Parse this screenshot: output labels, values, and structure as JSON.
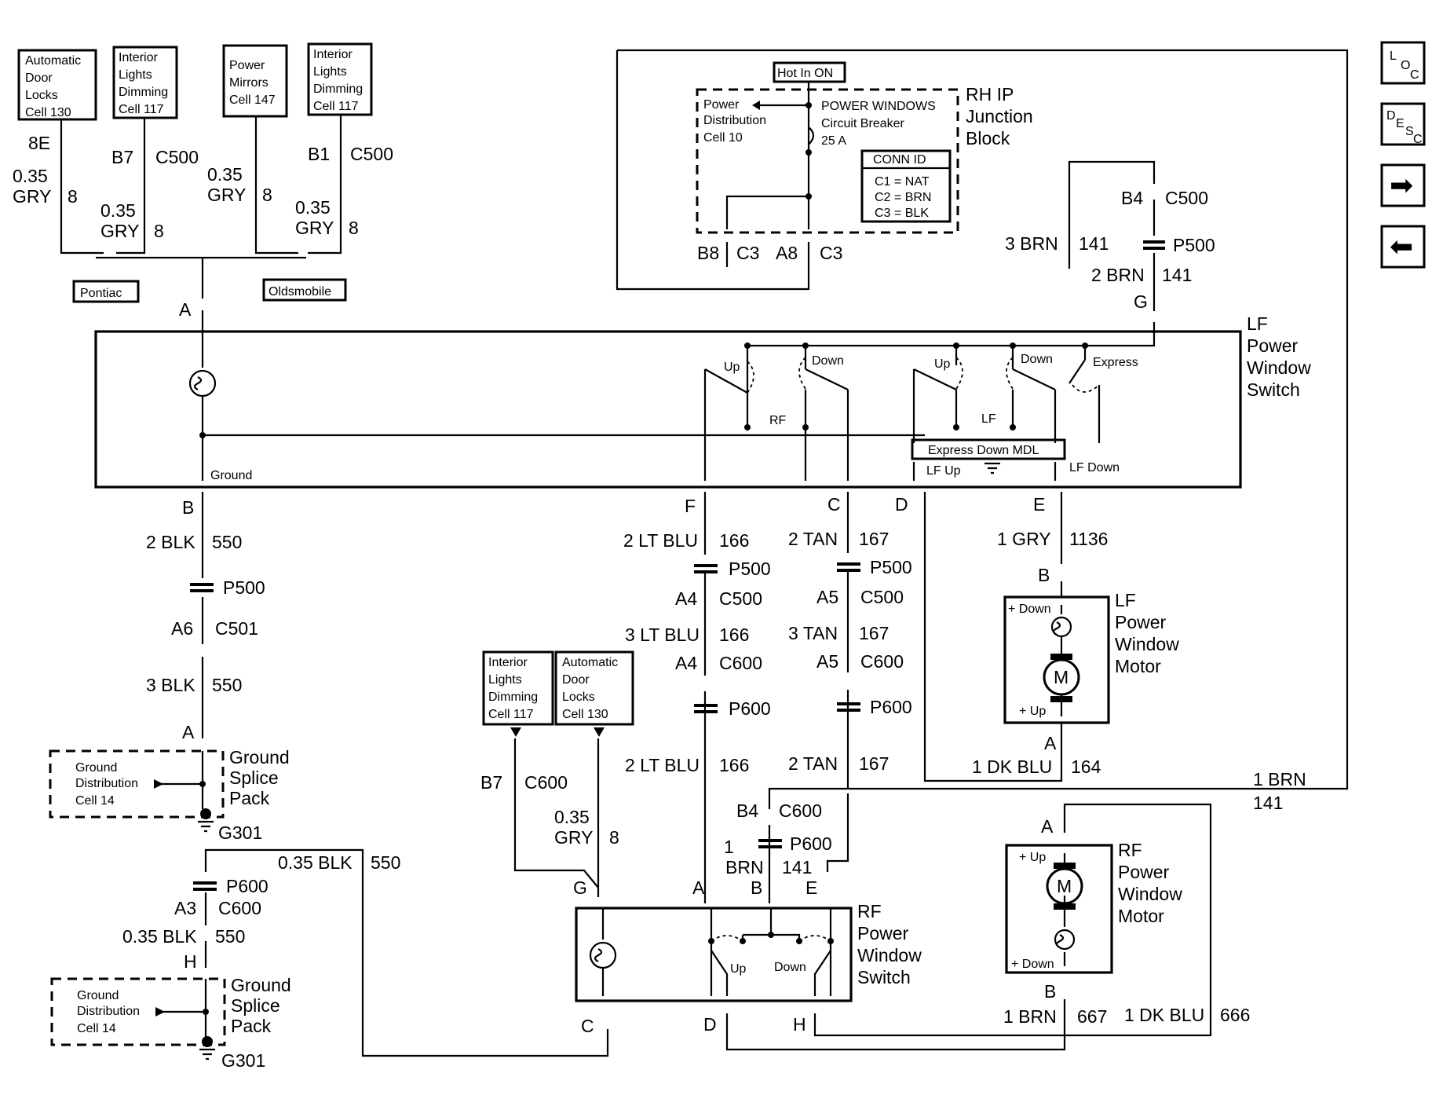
{
  "ref_boxes": {
    "adl_top": [
      "Automatic",
      "Door",
      "Locks",
      "Cell 130"
    ],
    "ild_top1": [
      "Interior",
      "Lights",
      "Dimming",
      "Cell 117"
    ],
    "pm_top": [
      "Power",
      "Mirrors",
      "Cell 147"
    ],
    "ild_top2": [
      "Interior",
      "Lights",
      "Dimming",
      "Cell 117"
    ],
    "ild_bottom": [
      "Interior",
      "Lights",
      "Dimming",
      "Cell 117"
    ],
    "adl_bottom": [
      "Automatic",
      "Door",
      "Locks",
      "Cell 130"
    ],
    "pontiac": "Pontiac",
    "oldsmobile": "Oldsmobile",
    "hot_in_on": "Hot In ON",
    "power_dist": [
      "Power",
      "Distribution",
      "Cell 10"
    ],
    "ground_dist_1": [
      "Ground",
      "Distribution",
      "Cell 14"
    ],
    "ground_dist_2": [
      "Ground",
      "Distribution",
      "Cell 14"
    ]
  },
  "junction_block": {
    "title": [
      "RH IP",
      "Junction",
      "Block"
    ],
    "breaker": [
      "POWER WINDOWS",
      "Circuit Breaker",
      "25 A"
    ],
    "conn_id": [
      "CONN ID",
      "C1 = NAT",
      "C2 = BRN",
      "C3 = BLK"
    ]
  },
  "components": {
    "lf_switch": [
      "LF",
      "Power",
      "Window",
      "Switch"
    ],
    "lf_motor": [
      "LF",
      "Power",
      "Window",
      "Motor"
    ],
    "rf_switch": [
      "RF",
      "Power",
      "Window",
      "Switch"
    ],
    "rf_motor": [
      "RF",
      "Power",
      "Window",
      "Motor"
    ],
    "gsp1": [
      "Ground",
      "Splice",
      "Pack"
    ],
    "gsp2": [
      "Ground",
      "Splice",
      "Pack"
    ],
    "g301a": "G301",
    "g301b": "G301",
    "express_mdl": "Express Down MDL",
    "motor_symbol": "M"
  },
  "switch_labels": {
    "up": "Up",
    "down": "Down",
    "rf": "RF",
    "lf": "LF",
    "express": "Express",
    "lf_up": "LF Up",
    "lf_down": "LF Down",
    "ground": "Ground",
    "plus_down": "+ Down",
    "plus_up": "+ Up"
  },
  "pins": {
    "8E": "8E",
    "B7": "B7",
    "B1": "B1",
    "C500": "C500",
    "C600": "C600",
    "C501": "C501",
    "C3": "C3",
    "A": "A",
    "B": "B",
    "C": "C",
    "D": "D",
    "E": "E",
    "F": "F",
    "G": "G",
    "H": "H",
    "B8": "B8",
    "A8": "A8",
    "B4": "B4",
    "A4": "A4",
    "A5": "A5",
    "A6": "A6",
    "A3": "A3",
    "P500": "P500",
    "P600": "P600"
  },
  "wires": {
    "gry035": "0.35",
    "gry": "GRY",
    "c8": "8",
    "blk2": "2 BLK",
    "blk3": "3 BLK",
    "c550": "550",
    "blk035": "0.35 BLK",
    "ltblu2": "2 LT BLU",
    "ltblu3": "3 LT BLU",
    "c166": "166",
    "tan2": "2 TAN",
    "tan3": "3 TAN",
    "c167": "167",
    "gry1": "1 GRY",
    "c1136": "1136",
    "dkblu1": "1 DK BLU",
    "c164": "164",
    "c666": "666",
    "brn1": "1 BRN",
    "brn2": "2 BRN",
    "brn3": "3 BRN",
    "brn1a": "1",
    "brn1b": "BRN",
    "c141": "141",
    "c667": "667"
  },
  "nav": {
    "loc": [
      "L",
      "O",
      "C"
    ],
    "desc": [
      "D",
      "E",
      "S",
      "C"
    ],
    "next": "➡",
    "prev": "⬅"
  }
}
